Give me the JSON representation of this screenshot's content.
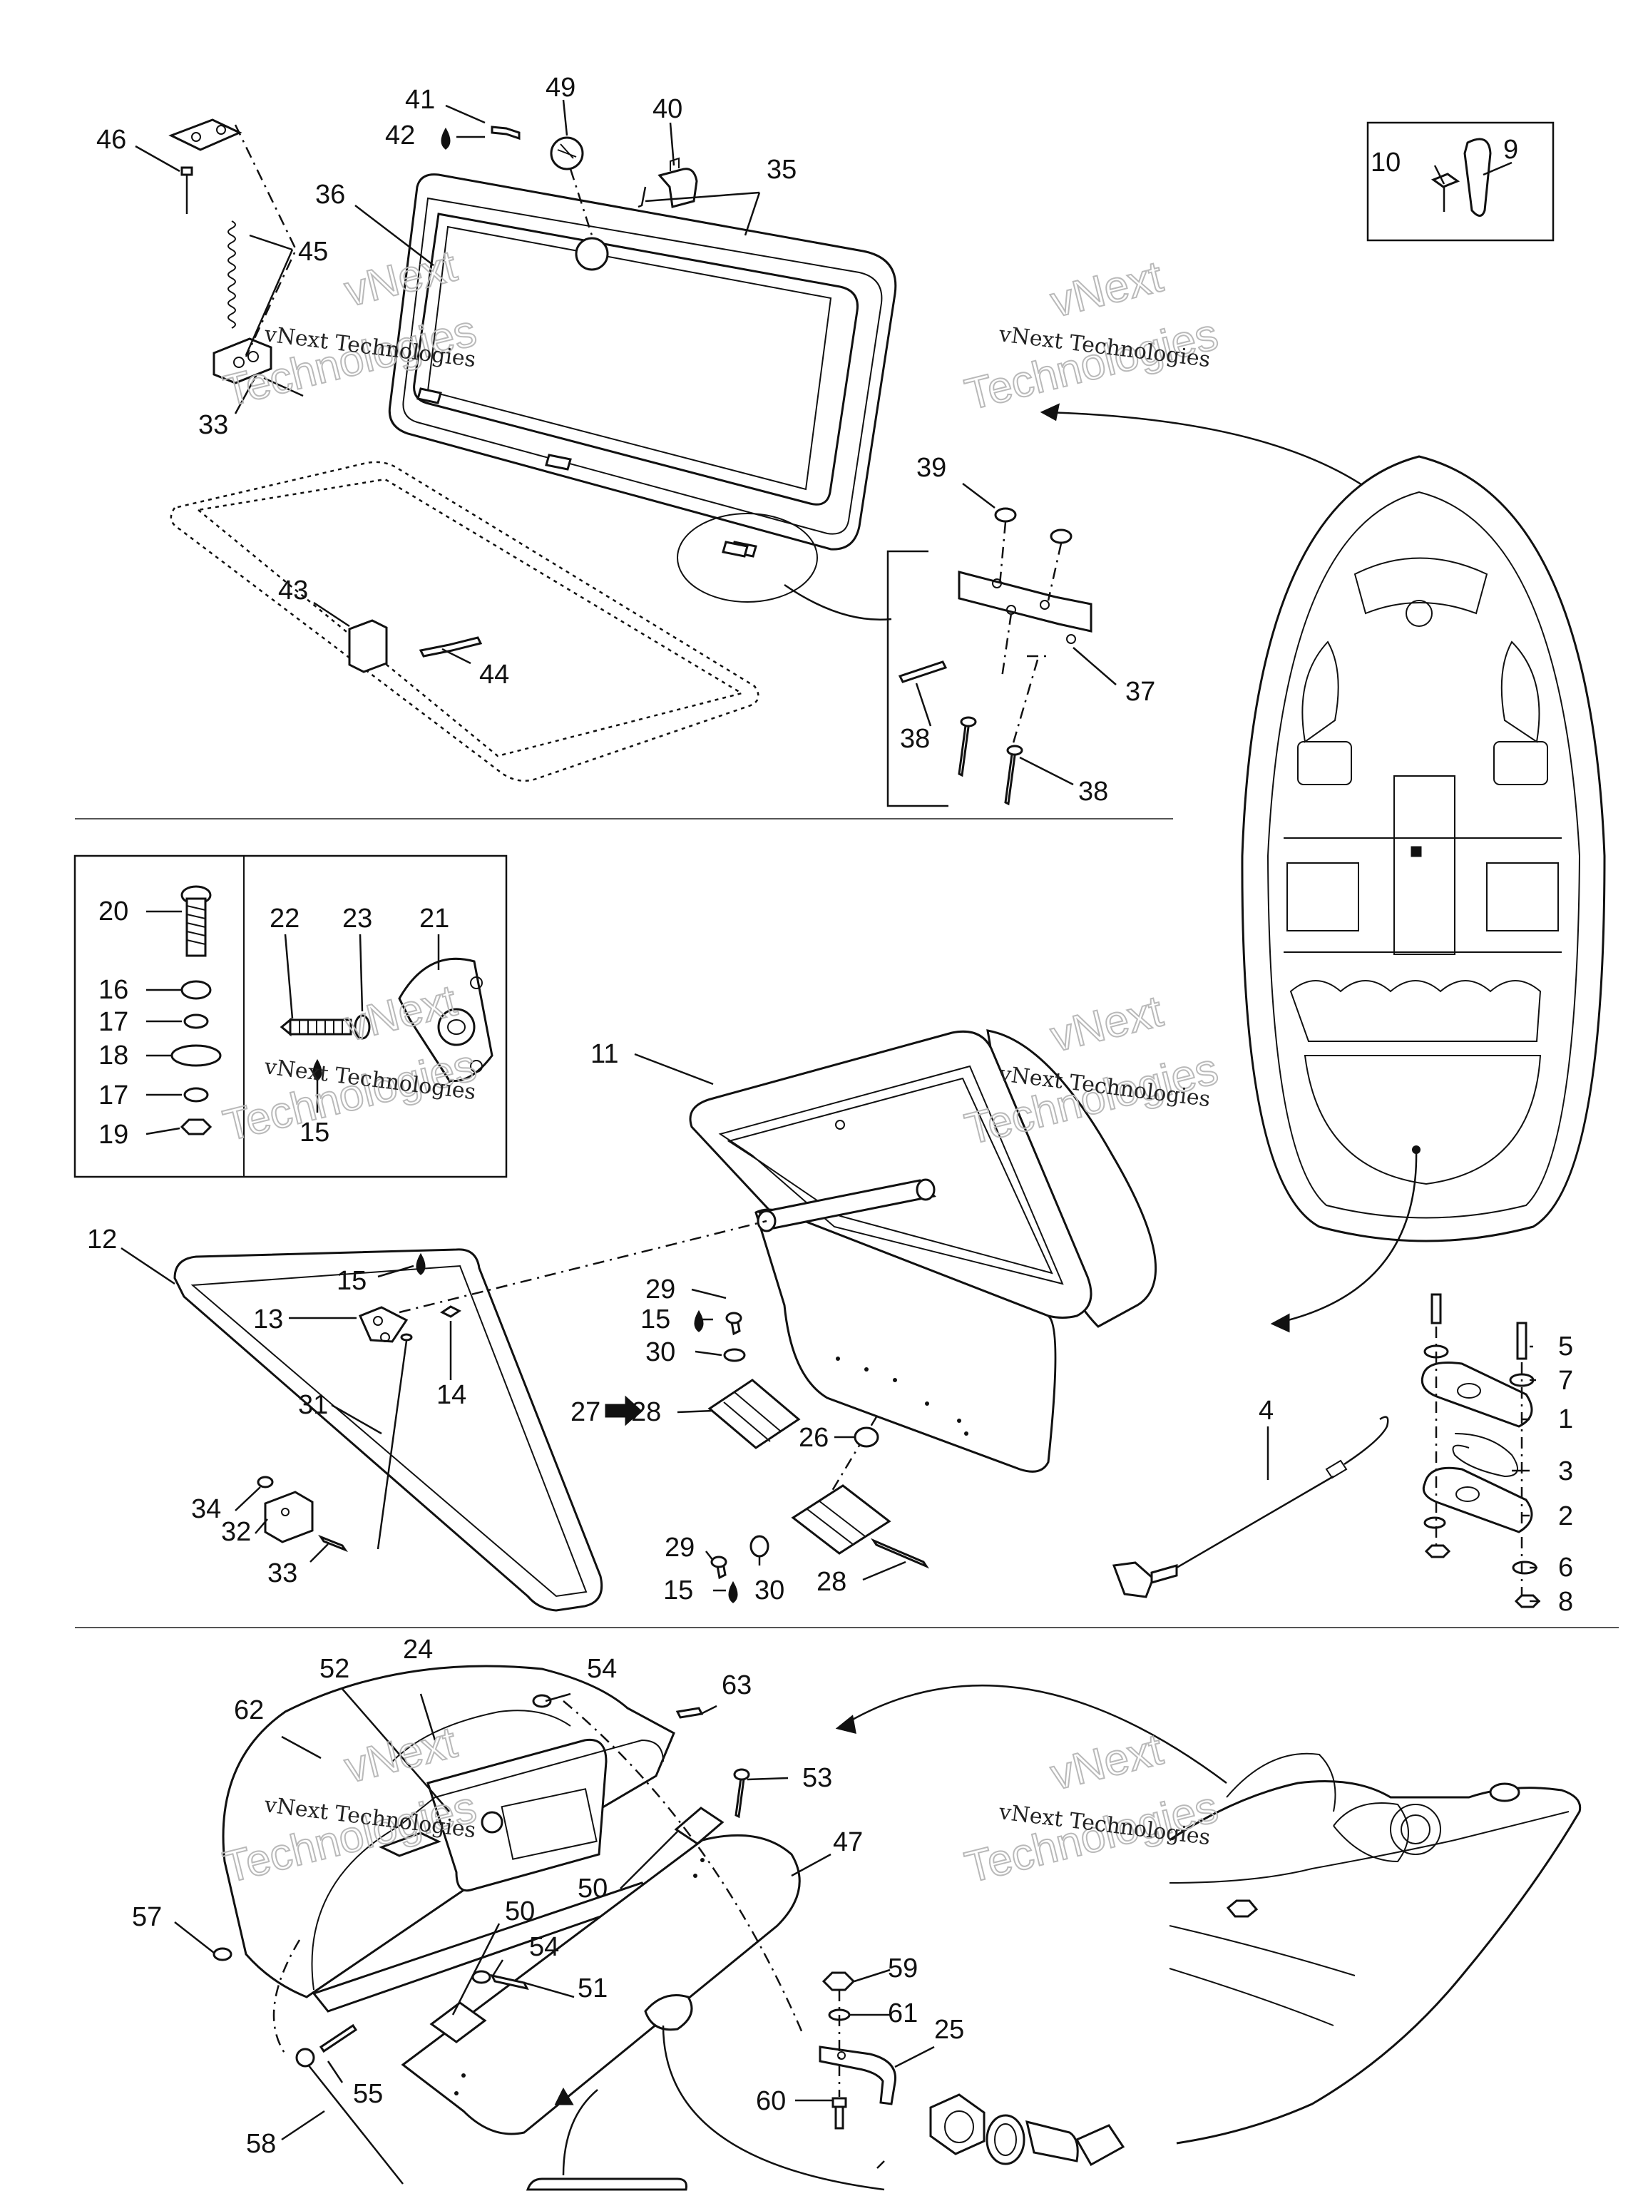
{
  "watermark": {
    "line1": "vNext Technologies",
    "big1": "vNext",
    "big2": "Technologies"
  },
  "callouts": [
    {
      "id": "c46",
      "text": "46"
    },
    {
      "id": "c41",
      "text": "41"
    },
    {
      "id": "c49",
      "text": "49"
    },
    {
      "id": "c40",
      "text": "40"
    },
    {
      "id": "c42",
      "text": "42"
    },
    {
      "id": "c35",
      "text": "35"
    },
    {
      "id": "c36",
      "text": "36"
    },
    {
      "id": "c45",
      "text": "45"
    },
    {
      "id": "c33a",
      "text": "33"
    },
    {
      "id": "c10",
      "text": "10"
    },
    {
      "id": "c9",
      "text": "9"
    },
    {
      "id": "c39",
      "text": "39"
    },
    {
      "id": "c43",
      "text": "43"
    },
    {
      "id": "c44",
      "text": "44"
    },
    {
      "id": "c37",
      "text": "37"
    },
    {
      "id": "c38a",
      "text": "38"
    },
    {
      "id": "c38b",
      "text": "38"
    },
    {
      "id": "c20",
      "text": "20"
    },
    {
      "id": "c22",
      "text": "22"
    },
    {
      "id": "c23",
      "text": "23"
    },
    {
      "id": "c21",
      "text": "21"
    },
    {
      "id": "c16",
      "text": "16"
    },
    {
      "id": "c17a",
      "text": "17"
    },
    {
      "id": "c18",
      "text": "18"
    },
    {
      "id": "c17b",
      "text": "17"
    },
    {
      "id": "c19",
      "text": "19"
    },
    {
      "id": "c15a",
      "text": "15"
    },
    {
      "id": "c11",
      "text": "11"
    },
    {
      "id": "c12",
      "text": "12"
    },
    {
      "id": "c15b",
      "text": "15"
    },
    {
      "id": "c13",
      "text": "13"
    },
    {
      "id": "c14",
      "text": "14"
    },
    {
      "id": "c29a",
      "text": "29"
    },
    {
      "id": "c15c",
      "text": "15"
    },
    {
      "id": "c30a",
      "text": "30"
    },
    {
      "id": "c31",
      "text": "31"
    },
    {
      "id": "c27",
      "text": "27"
    },
    {
      "id": "c28a",
      "text": "28"
    },
    {
      "id": "c26",
      "text": "26"
    },
    {
      "id": "c34",
      "text": "34"
    },
    {
      "id": "c32",
      "text": "32"
    },
    {
      "id": "c33b",
      "text": "33"
    },
    {
      "id": "c29b",
      "text": "29"
    },
    {
      "id": "c15d",
      "text": "15"
    },
    {
      "id": "c30b",
      "text": "30"
    },
    {
      "id": "c28b",
      "text": "28"
    },
    {
      "id": "c4",
      "text": "4"
    },
    {
      "id": "c5",
      "text": "5"
    },
    {
      "id": "c7",
      "text": "7"
    },
    {
      "id": "c1",
      "text": "1"
    },
    {
      "id": "c3",
      "text": "3"
    },
    {
      "id": "c2",
      "text": "2"
    },
    {
      "id": "c6",
      "text": "6"
    },
    {
      "id": "c8",
      "text": "8"
    },
    {
      "id": "c24",
      "text": "24"
    },
    {
      "id": "c52",
      "text": "52"
    },
    {
      "id": "c54a",
      "text": "54"
    },
    {
      "id": "c62",
      "text": "62"
    },
    {
      "id": "c63",
      "text": "63"
    },
    {
      "id": "c53",
      "text": "53"
    },
    {
      "id": "c47",
      "text": "47"
    },
    {
      "id": "c50a",
      "text": "50"
    },
    {
      "id": "c57",
      "text": "57"
    },
    {
      "id": "c50b",
      "text": "50"
    },
    {
      "id": "c54b",
      "text": "54"
    },
    {
      "id": "c51",
      "text": "51"
    },
    {
      "id": "c59",
      "text": "59"
    },
    {
      "id": "c61",
      "text": "61"
    },
    {
      "id": "c25",
      "text": "25"
    },
    {
      "id": "c55",
      "text": "55"
    },
    {
      "id": "c60",
      "text": "60"
    },
    {
      "id": "c58",
      "text": "58"
    }
  ]
}
